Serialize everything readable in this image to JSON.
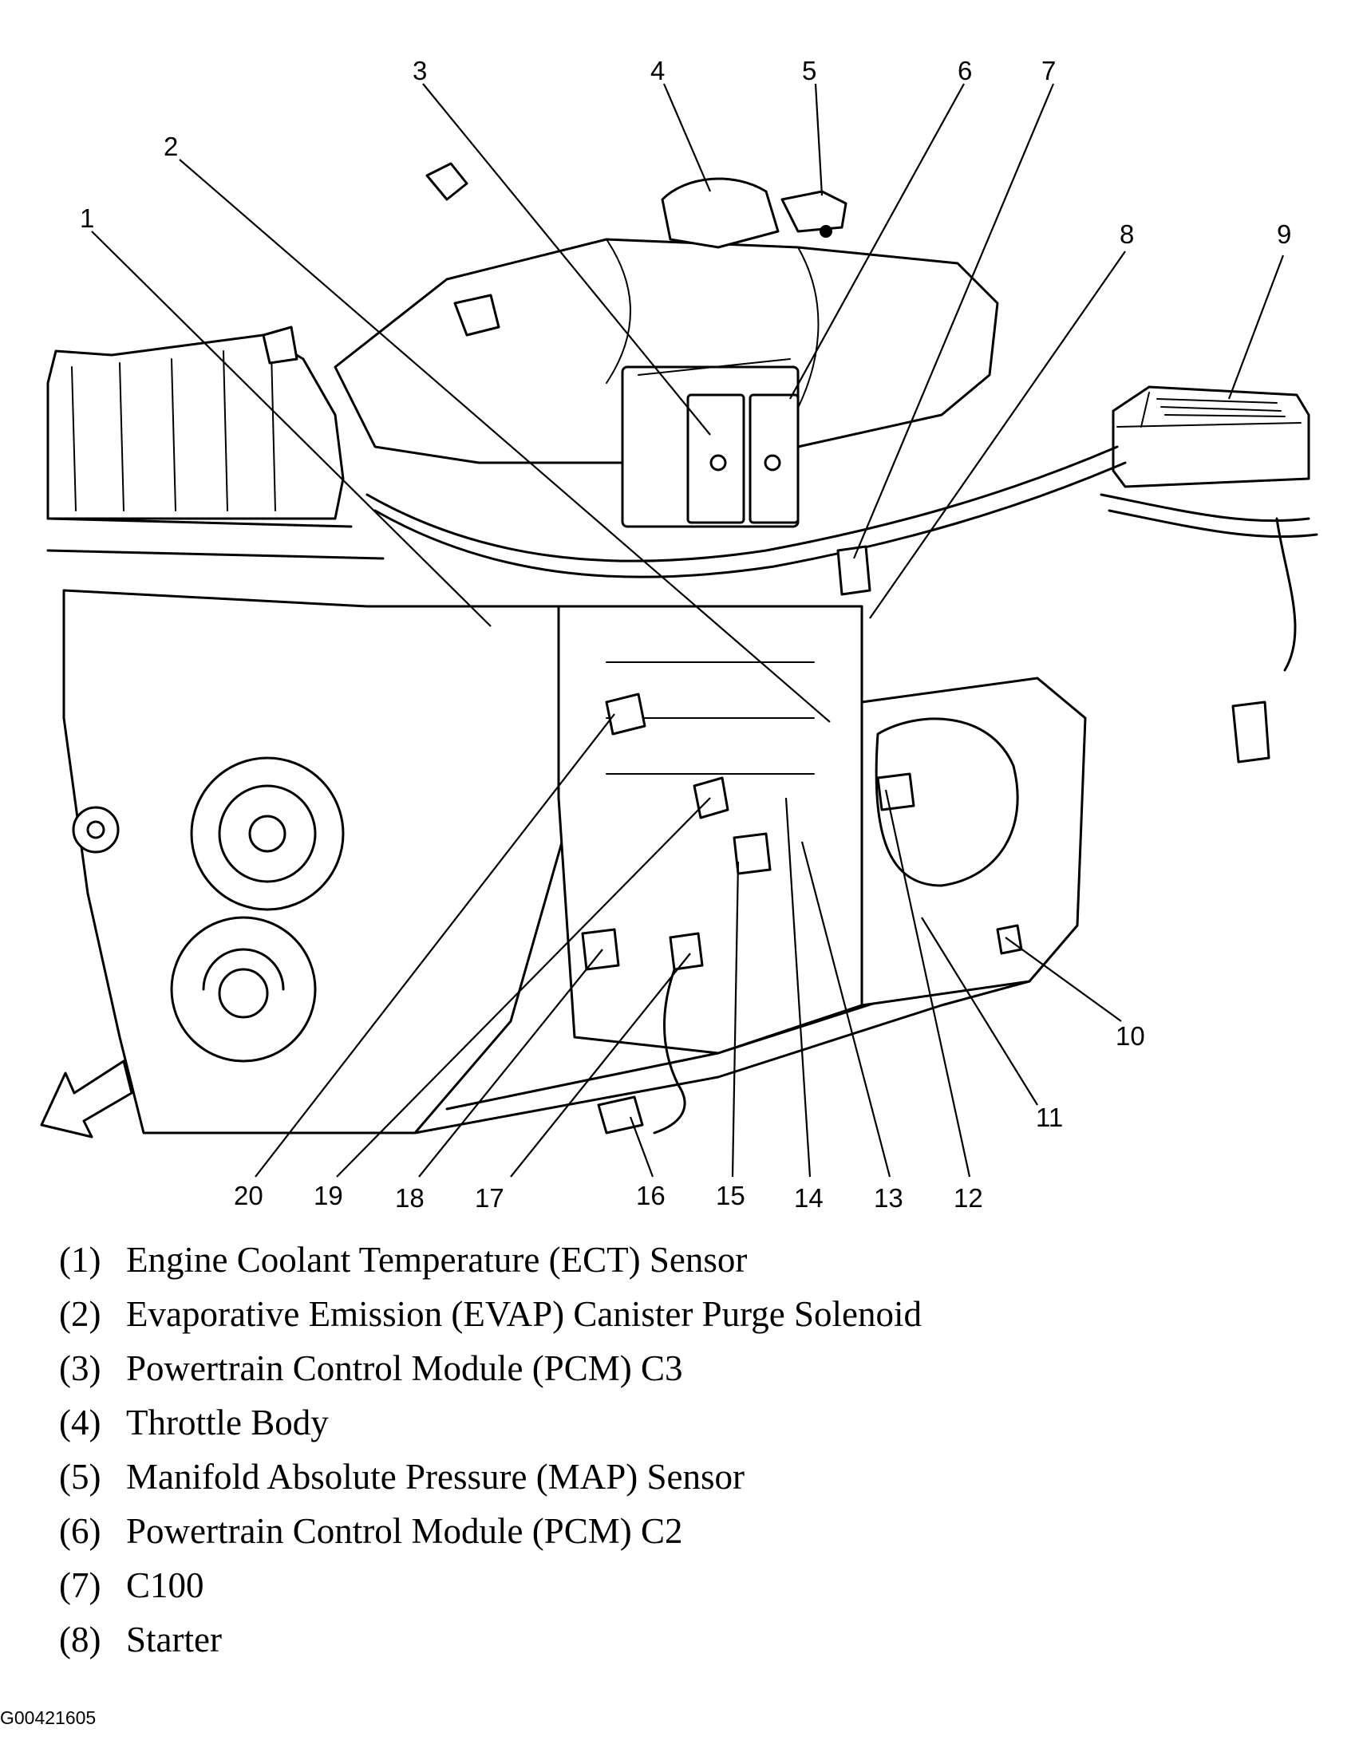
{
  "callouts": [
    {
      "n": "1"
    },
    {
      "n": "2"
    },
    {
      "n": "3"
    },
    {
      "n": "4"
    },
    {
      "n": "5"
    },
    {
      "n": "6"
    },
    {
      "n": "7"
    },
    {
      "n": "8"
    },
    {
      "n": "9"
    },
    {
      "n": "10"
    },
    {
      "n": "11"
    },
    {
      "n": "12"
    },
    {
      "n": "13"
    },
    {
      "n": "14"
    },
    {
      "n": "15"
    },
    {
      "n": "16"
    },
    {
      "n": "17"
    },
    {
      "n": "18"
    },
    {
      "n": "19"
    },
    {
      "n": "20"
    }
  ],
  "legend": [
    {
      "num": "(1)",
      "text": "Engine Coolant Temperature (ECT) Sensor"
    },
    {
      "num": "(2)",
      "text": "Evaporative Emission (EVAP) Canister Purge Solenoid"
    },
    {
      "num": "(3)",
      "text": "Powertrain Control Module (PCM) C3"
    },
    {
      "num": "(4)",
      "text": "Throttle Body"
    },
    {
      "num": "(5)",
      "text": "Manifold Absolute Pressure (MAP) Sensor"
    },
    {
      "num": "(6)",
      "text": "Powertrain Control Module (PCM) C2"
    },
    {
      "num": "(7)",
      "text": "C100"
    },
    {
      "num": "(8)",
      "text": "Starter"
    }
  ],
  "figure_id": "G00421605",
  "icons": {
    "direction_arrow": "front-direction-arrow-icon"
  }
}
